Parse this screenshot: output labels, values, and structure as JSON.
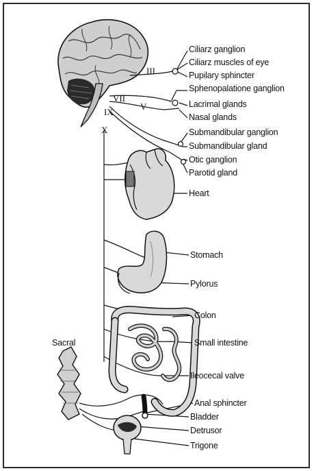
{
  "cranial_nerves": {
    "III": "III",
    "VII": "VII",
    "V": "V",
    "IX": "IX",
    "X": "X"
  },
  "sacral_label": "Sacral",
  "labels": {
    "ciliary_ganglion": "Ciliarz ganglion",
    "ciliary_muscles": "Ciliarz muscles of eye",
    "pupillary_sphincter": "Pupilary sphincter",
    "sphenopalatine_ganglion": "Sphenopalatione ganglion",
    "lacrimal_glands": "Lacrimal glands",
    "nasal_glands": "Nasal glands",
    "submandibular_ganglion": "Submandibular ganglion",
    "submandibular_gland": "Submandibular gland",
    "otic_ganglion": "Otic ganglion",
    "parotid_gland": "Parotid gland",
    "heart": "Heart",
    "stomach": "Stomach",
    "pylorus": "Pylorus",
    "colon": "Colon",
    "small_intestine": "Small intestine",
    "ileocecal_valve": "Ileocecal valve",
    "anal_sphincter": "Anal sphincter",
    "bladder": "Bladder",
    "detrusor": "Detrusor",
    "trigone": "Trigone"
  },
  "colors": {
    "line": "#111111",
    "organ_fill": "#d9d9d9",
    "organ_dark": "#6b6b6b",
    "frame": "#2b2b2b"
  }
}
